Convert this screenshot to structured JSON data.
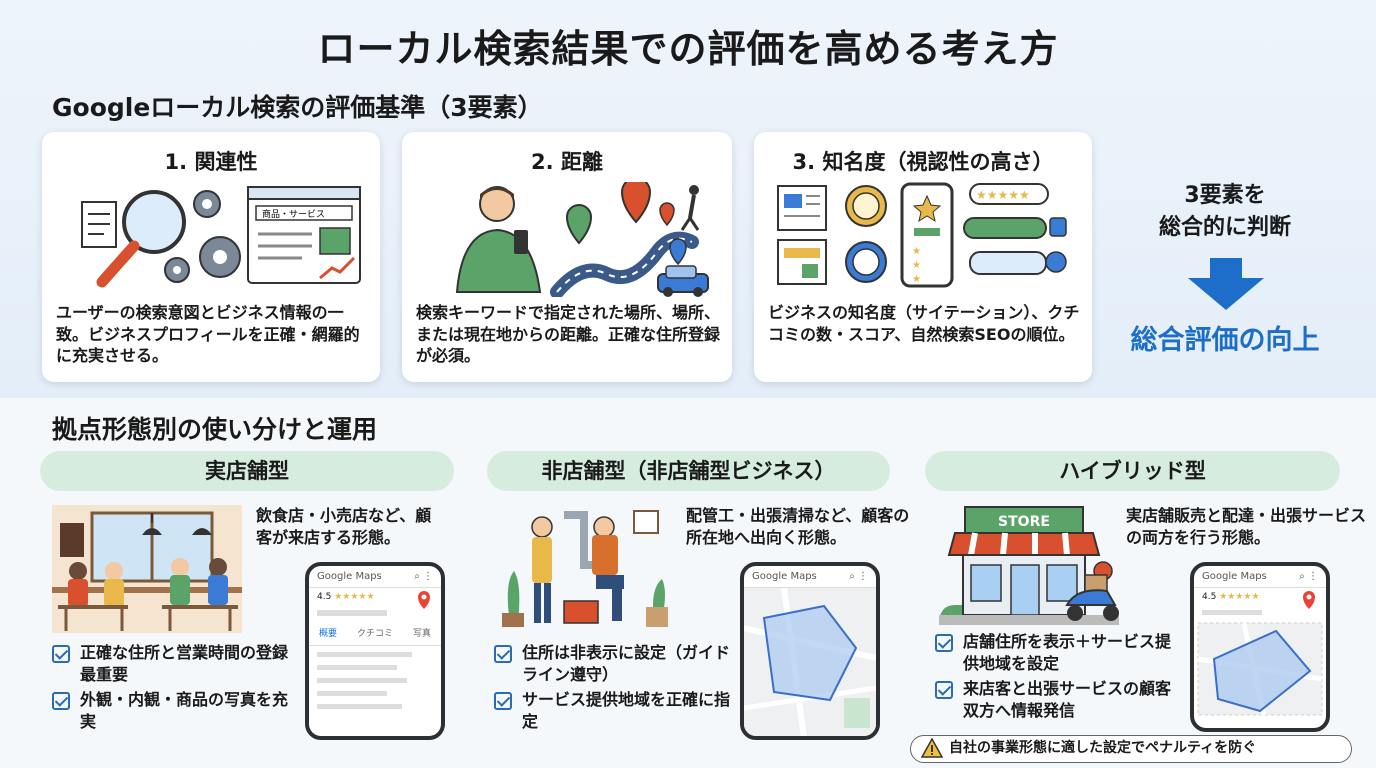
{
  "title": "ローカル検索結果での評価を高める考え方",
  "section1": {
    "heading": "Googleローカル検索の評価基準（3要素）",
    "cards": [
      {
        "title": "1. 関連性",
        "desc": "ユーザーの検索意図とビジネス情報の一致。ビジネスプロフィールを正確・網羅的に充実させる。",
        "illus_label": "商品・サービス"
      },
      {
        "title": "2. 距離",
        "desc": "検索キーワードで指定された場所、場所、または現在地からの距離。正確な住所登録が必須。"
      },
      {
        "title": "3. 知名度（視認性の高さ）",
        "desc": "ビジネスの知名度（サイテーション）、クチコミの数・スコア、自然検索SEOの順位。"
      }
    ],
    "summary_line1": "3要素を",
    "summary_line2": "総合的に判断",
    "summary_result": "総合評価の向上"
  },
  "section2": {
    "heading": "拠点形態別の使い分けと運用",
    "types": [
      {
        "name": "実店舗型",
        "desc": "飲食店・小売店など、顧客が来店する形態。",
        "checks": [
          "正確な住所と営業時間の登録最重要",
          "外観・内観・商品の写真を充実"
        ],
        "phone_tabs": [
          "概要",
          "クチコミ",
          "写真"
        ]
      },
      {
        "name": "非店舗型（非店舗型ビジネス）",
        "desc": "配管工・出張清掃など、顧客の所在地へ出向く形態。",
        "checks": [
          "住所は非表示に設定（ガイドライン遵守）",
          "サービス提供地域を正確に指定"
        ]
      },
      {
        "name": "ハイブリッド型",
        "desc": "実店舗販売と配達・出張サービスの両方を行う形態。",
        "checks": [
          "店舗住所を表示＋サービス提供地域を設定",
          "来店客と出張サービスの顧客双方へ情報発信"
        ],
        "store_sign": "STORE"
      }
    ],
    "phone_app": "Google Maps",
    "rating": "4.5",
    "warning": "自社の事業形態に適した設定でペナルティを防ぐ"
  },
  "colors": {
    "accent_blue": "#1c6ec9",
    "pill_green": "#d6ecdf",
    "dark": "#2c2f33"
  }
}
